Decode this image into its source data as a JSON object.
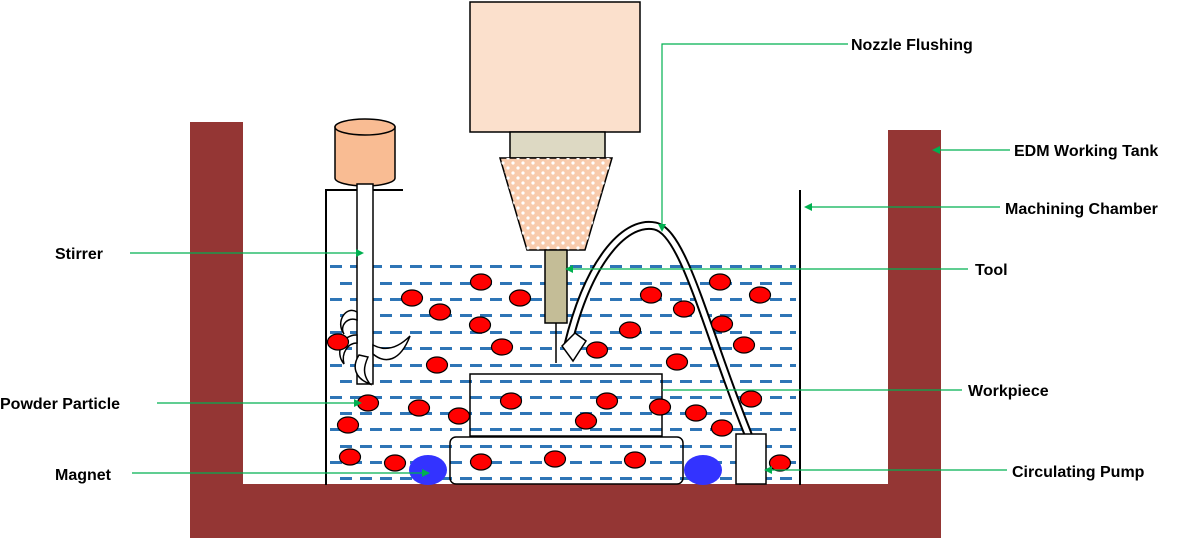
{
  "labels": {
    "nozzle_flushing": "Nozzle Flushing",
    "edm_working_tank": "EDM Working Tank",
    "machining_chamber": "Machining Chamber",
    "tool": "Tool",
    "stirrer": "Stirrer",
    "powder_particle": "Powder Particle",
    "workpiece": "Workpiece",
    "magnet": "Magnet",
    "circulating_pump": "Circulating Pump"
  },
  "colors": {
    "tank": "#943634",
    "dielectric_dash": "#2E75B6",
    "powder_particle": "#FF0000",
    "magnet": "#3333FF",
    "leader_line": "#00B050",
    "spindle_head": "#FBE0CC",
    "spindle_collar": "#DDD9C3",
    "nozzle_cone": "#F8CBAD",
    "tool_electrode": "#C4BD97",
    "stirrer_motor": "#F9BC93"
  }
}
